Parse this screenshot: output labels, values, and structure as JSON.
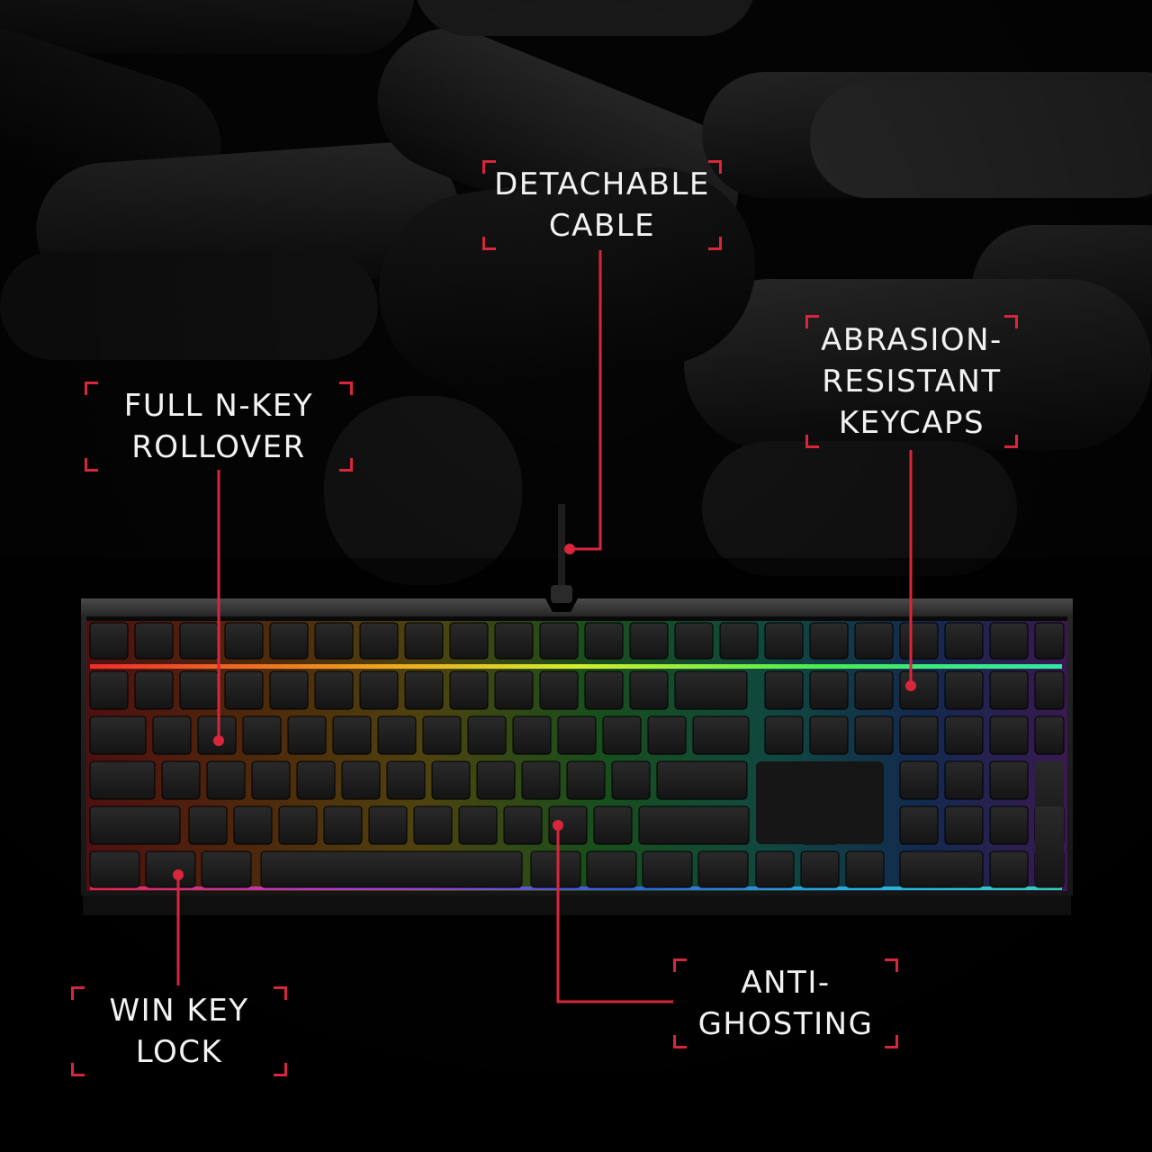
{
  "colors": {
    "accent": "#d8263c",
    "text": "#f2f2f2",
    "background": "#050505"
  },
  "callouts": [
    {
      "id": "detachable-cable",
      "lines": [
        "DETACHABLE",
        "CABLE"
      ]
    },
    {
      "id": "abrasion-resistant-keycaps",
      "lines": [
        "ABRASION-",
        "RESISTANT",
        "KEYCAPS"
      ]
    },
    {
      "id": "full-n-key-rollover",
      "lines": [
        "FULL N-KEY",
        "ROLLOVER"
      ]
    },
    {
      "id": "win-key-lock",
      "lines": [
        "WIN KEY",
        "LOCK"
      ]
    },
    {
      "id": "anti-ghosting",
      "lines": [
        "ANTI-",
        "GHOSTING"
      ]
    }
  ]
}
